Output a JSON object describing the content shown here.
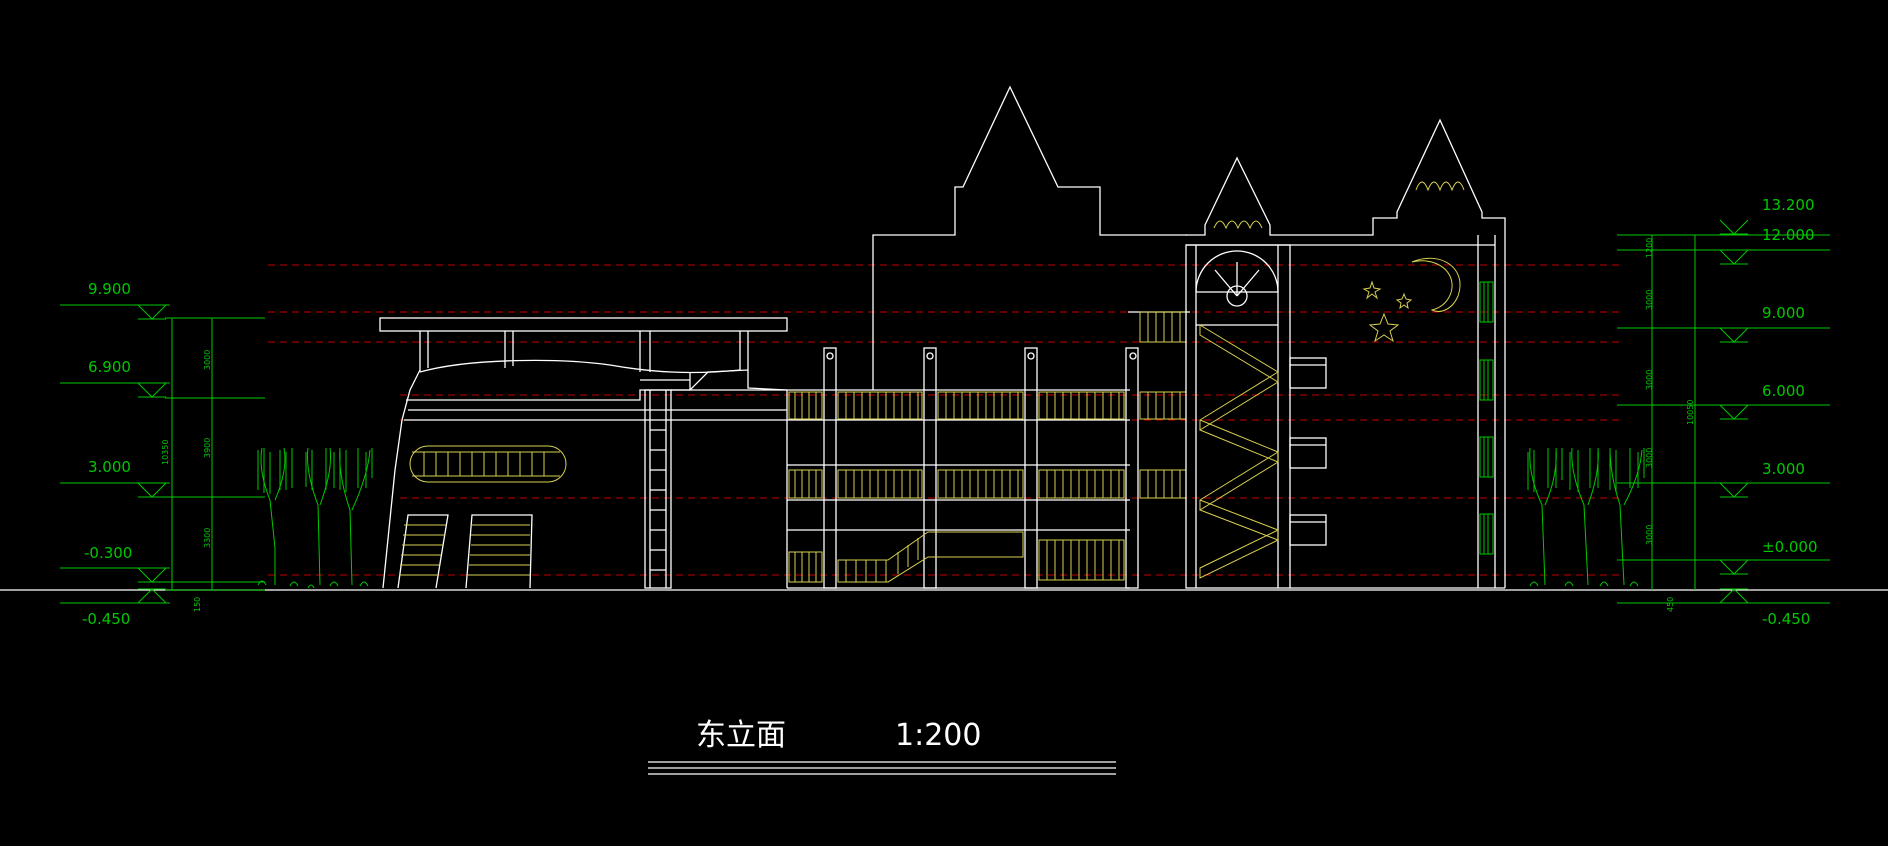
{
  "levels_left": [
    "9.900",
    "6.900",
    "3.000",
    "-0.300",
    "-0.450"
  ],
  "levels_right": [
    "13.200",
    "12.000",
    "9.000",
    "6.000",
    "3.000",
    "±0.000",
    "-0.450"
  ],
  "dims_left": [
    "3000",
    "3900",
    "3300",
    "10350",
    "150"
  ],
  "dims_right": [
    "1200",
    "3000",
    "3000",
    "3000",
    "3000",
    "10050",
    "450"
  ],
  "title": {
    "name": "东立面",
    "scale": "1:200"
  },
  "colors": {
    "background": "#000000",
    "dimension": "#00c800",
    "outline": "#ffffff",
    "detail": "#d8d050",
    "gridline": "#c00000"
  }
}
